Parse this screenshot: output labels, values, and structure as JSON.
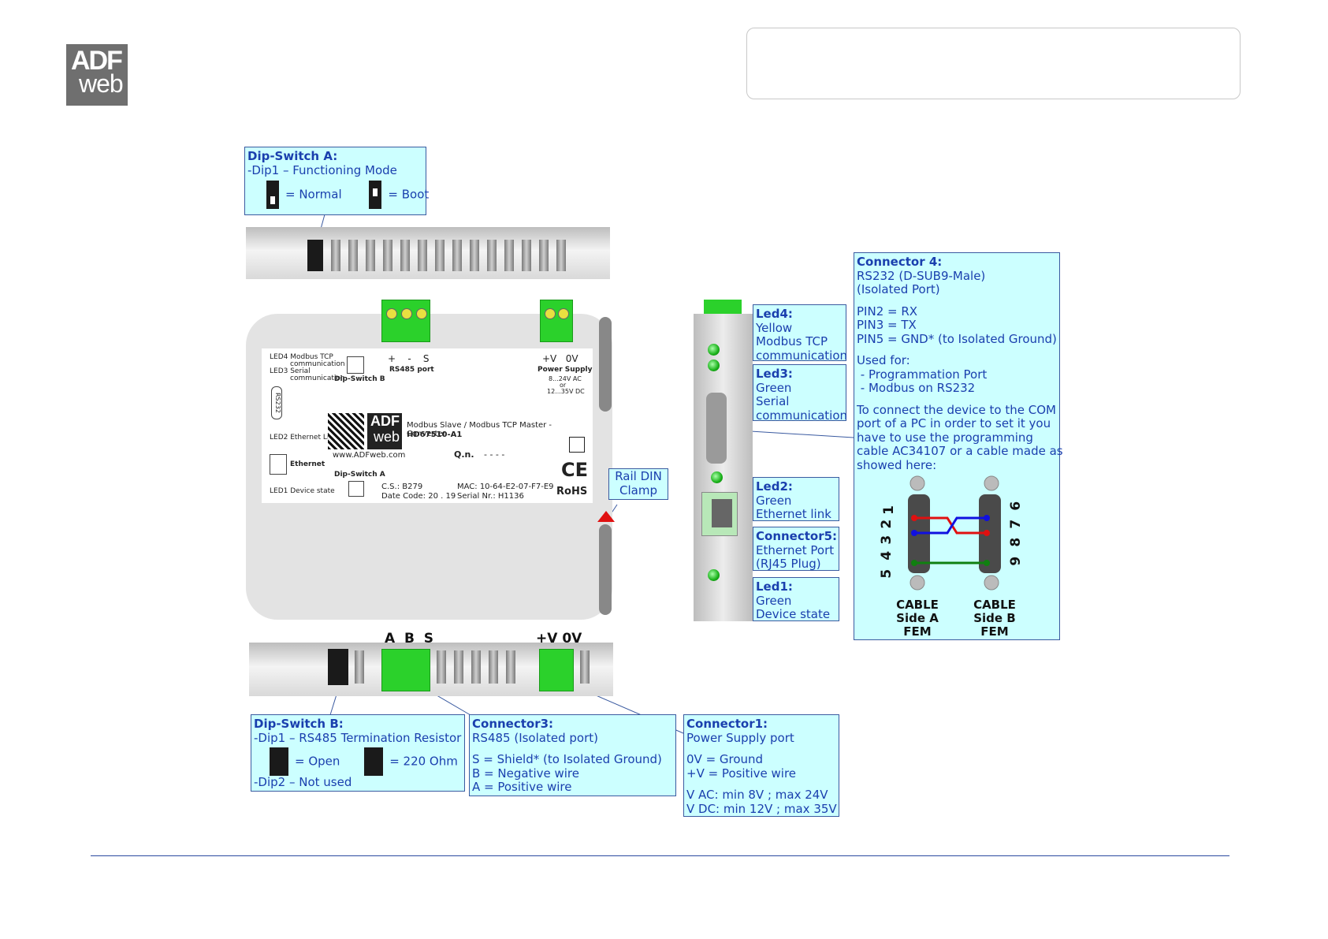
{
  "logo": {
    "line1": "ADF",
    "line2": "web"
  },
  "dip_switch_a": {
    "title": "Dip-Switch A:",
    "line1": "-Dip1 – Functioning Mode",
    "normal": "= Normal",
    "boot": "= Boot"
  },
  "connector4": {
    "title": "Connector 4:",
    "lines": [
      "RS232 (D-SUB9-Male)",
      "(Isolated Port)"
    ],
    "pins": [
      "PIN2 = RX",
      "PIN3 = TX",
      "PIN5 = GND* (to Isolated Ground)"
    ],
    "used_for": [
      "Used for:",
      " - Programmation Port",
      " - Modbus on RS232"
    ],
    "note": [
      "To connect the device to the COM",
      "port of a PC in order to set it you",
      "have to use the programming",
      "cable AC34107 or a cable made as",
      "showed here:"
    ],
    "side_a_pins": [
      "1",
      "2",
      "3",
      "4",
      "5"
    ],
    "side_b_pins": [
      "6",
      "7",
      "8",
      "9"
    ],
    "side_a_label": [
      "CABLE",
      "Side A",
      "FEM"
    ],
    "side_b_label": [
      "CABLE",
      "Side B",
      "FEM"
    ]
  },
  "led4": {
    "title": "Led4:",
    "lines": [
      "Yellow",
      "Modbus TCP",
      "communication"
    ]
  },
  "led3": {
    "title": "Led3:",
    "lines": [
      "Green",
      "Serial",
      "communication"
    ]
  },
  "led2": {
    "title": "Led2:",
    "lines": [
      "Green",
      "Ethernet link"
    ]
  },
  "connector5": {
    "title": "Connector5:",
    "lines": [
      "Ethernet Port",
      "(RJ45 Plug)"
    ]
  },
  "led1": {
    "title": "Led1:",
    "lines": [
      "Green",
      "Device state"
    ]
  },
  "rail_din": {
    "lines": [
      "Rail DIN",
      "Clamp"
    ]
  },
  "dip_switch_b": {
    "title": "Dip-Switch B:",
    "line1": "-Dip1 – RS485 Termination Resistor",
    "open": "= Open",
    "ohm": "= 220 Ohm",
    "line2": "-Dip2 – Not used"
  },
  "connector3": {
    "title": "Connector3:",
    "lines": [
      "RS485 (Isolated port)"
    ],
    "pins": [
      "S = Shield* (to Isolated Ground)",
      "B = Negative wire",
      "A = Positive wire"
    ]
  },
  "connector1": {
    "title": "Connector1:",
    "lines": [
      "Power Supply port"
    ],
    "pins": [
      "0V = Ground",
      "+V = Positive wire"
    ],
    "volts": [
      "V AC: min 8V ; max 24V",
      "V DC: min 12V ; max 35V"
    ]
  },
  "bottom_labels": {
    "abs": "A  B  S",
    "power": "+V 0V"
  },
  "device_label": {
    "led4": "LED4 Modbus TCP",
    "led4b": "communication",
    "led3": "LED3 Serial",
    "led3b": "communication",
    "led2": "LED2 Ethernet Link",
    "led1": "LED1 Device state",
    "rs232": "RS232",
    "ethernet": "Ethernet",
    "dip_b": "Dip-Switch B",
    "dip_a": "Dip-Switch A",
    "rs485_pins": "+    -    S",
    "rs485": "RS485 port",
    "ps_pins": "+V   0V",
    "ps": "Power Supply",
    "ps_ac": "8...24V AC",
    "ps_or": "or",
    "ps_dc": "12...35V DC",
    "product": "Modbus Slave / Modbus TCP Master - Converter",
    "model": "HD67510-A1",
    "web": "www.ADFweb.com",
    "qn": "Q.n.",
    "qn_val": "- - - -",
    "cs": "C.S.: B279",
    "date": "Date Code: 20 . 19",
    "mac": "MAC: 10-64-E2-07-F7-E9",
    "serial": "Serial Nr.: H1136",
    "ce": "CE",
    "rohs": "RoHS",
    "adf": "ADF",
    "adfweb": "web"
  },
  "colors": {
    "callout_bg": "#ccffff",
    "callout_text": "#1a3fae",
    "terminal": "#2bd12b",
    "wire_red": "#e01010",
    "wire_blue": "#1010e0",
    "wire_green": "#108010"
  }
}
